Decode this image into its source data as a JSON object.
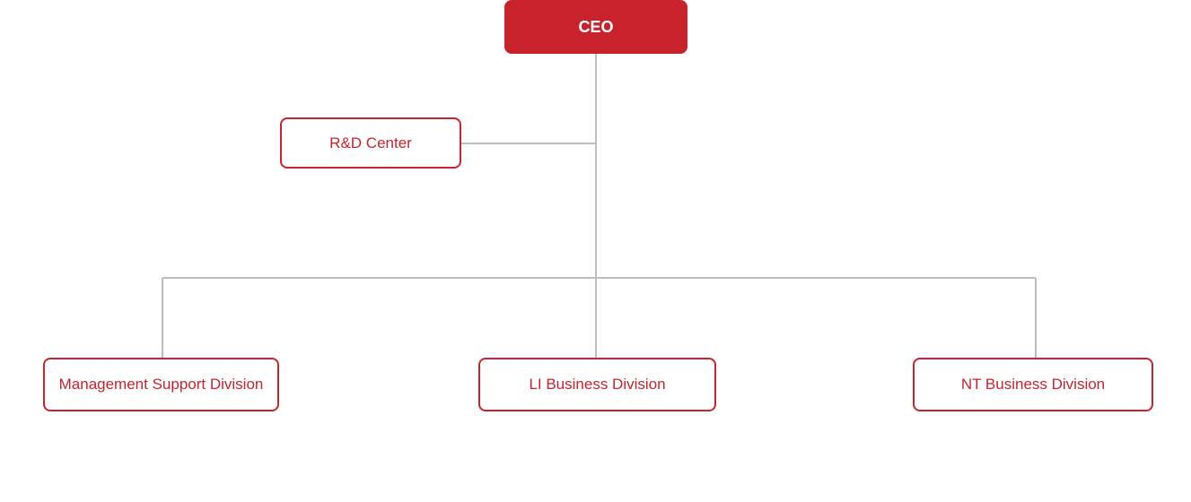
{
  "org_chart": {
    "root": {
      "label": "CEO"
    },
    "staff_unit": {
      "label": "R&D Center"
    },
    "divisions": [
      {
        "label": "Management Support Division"
      },
      {
        "label": "LI Business Division"
      },
      {
        "label": "NT Business Division"
      }
    ]
  },
  "colors": {
    "primary": "#c8232c",
    "connector": "#bdbdbd",
    "background": "#ffffff"
  }
}
